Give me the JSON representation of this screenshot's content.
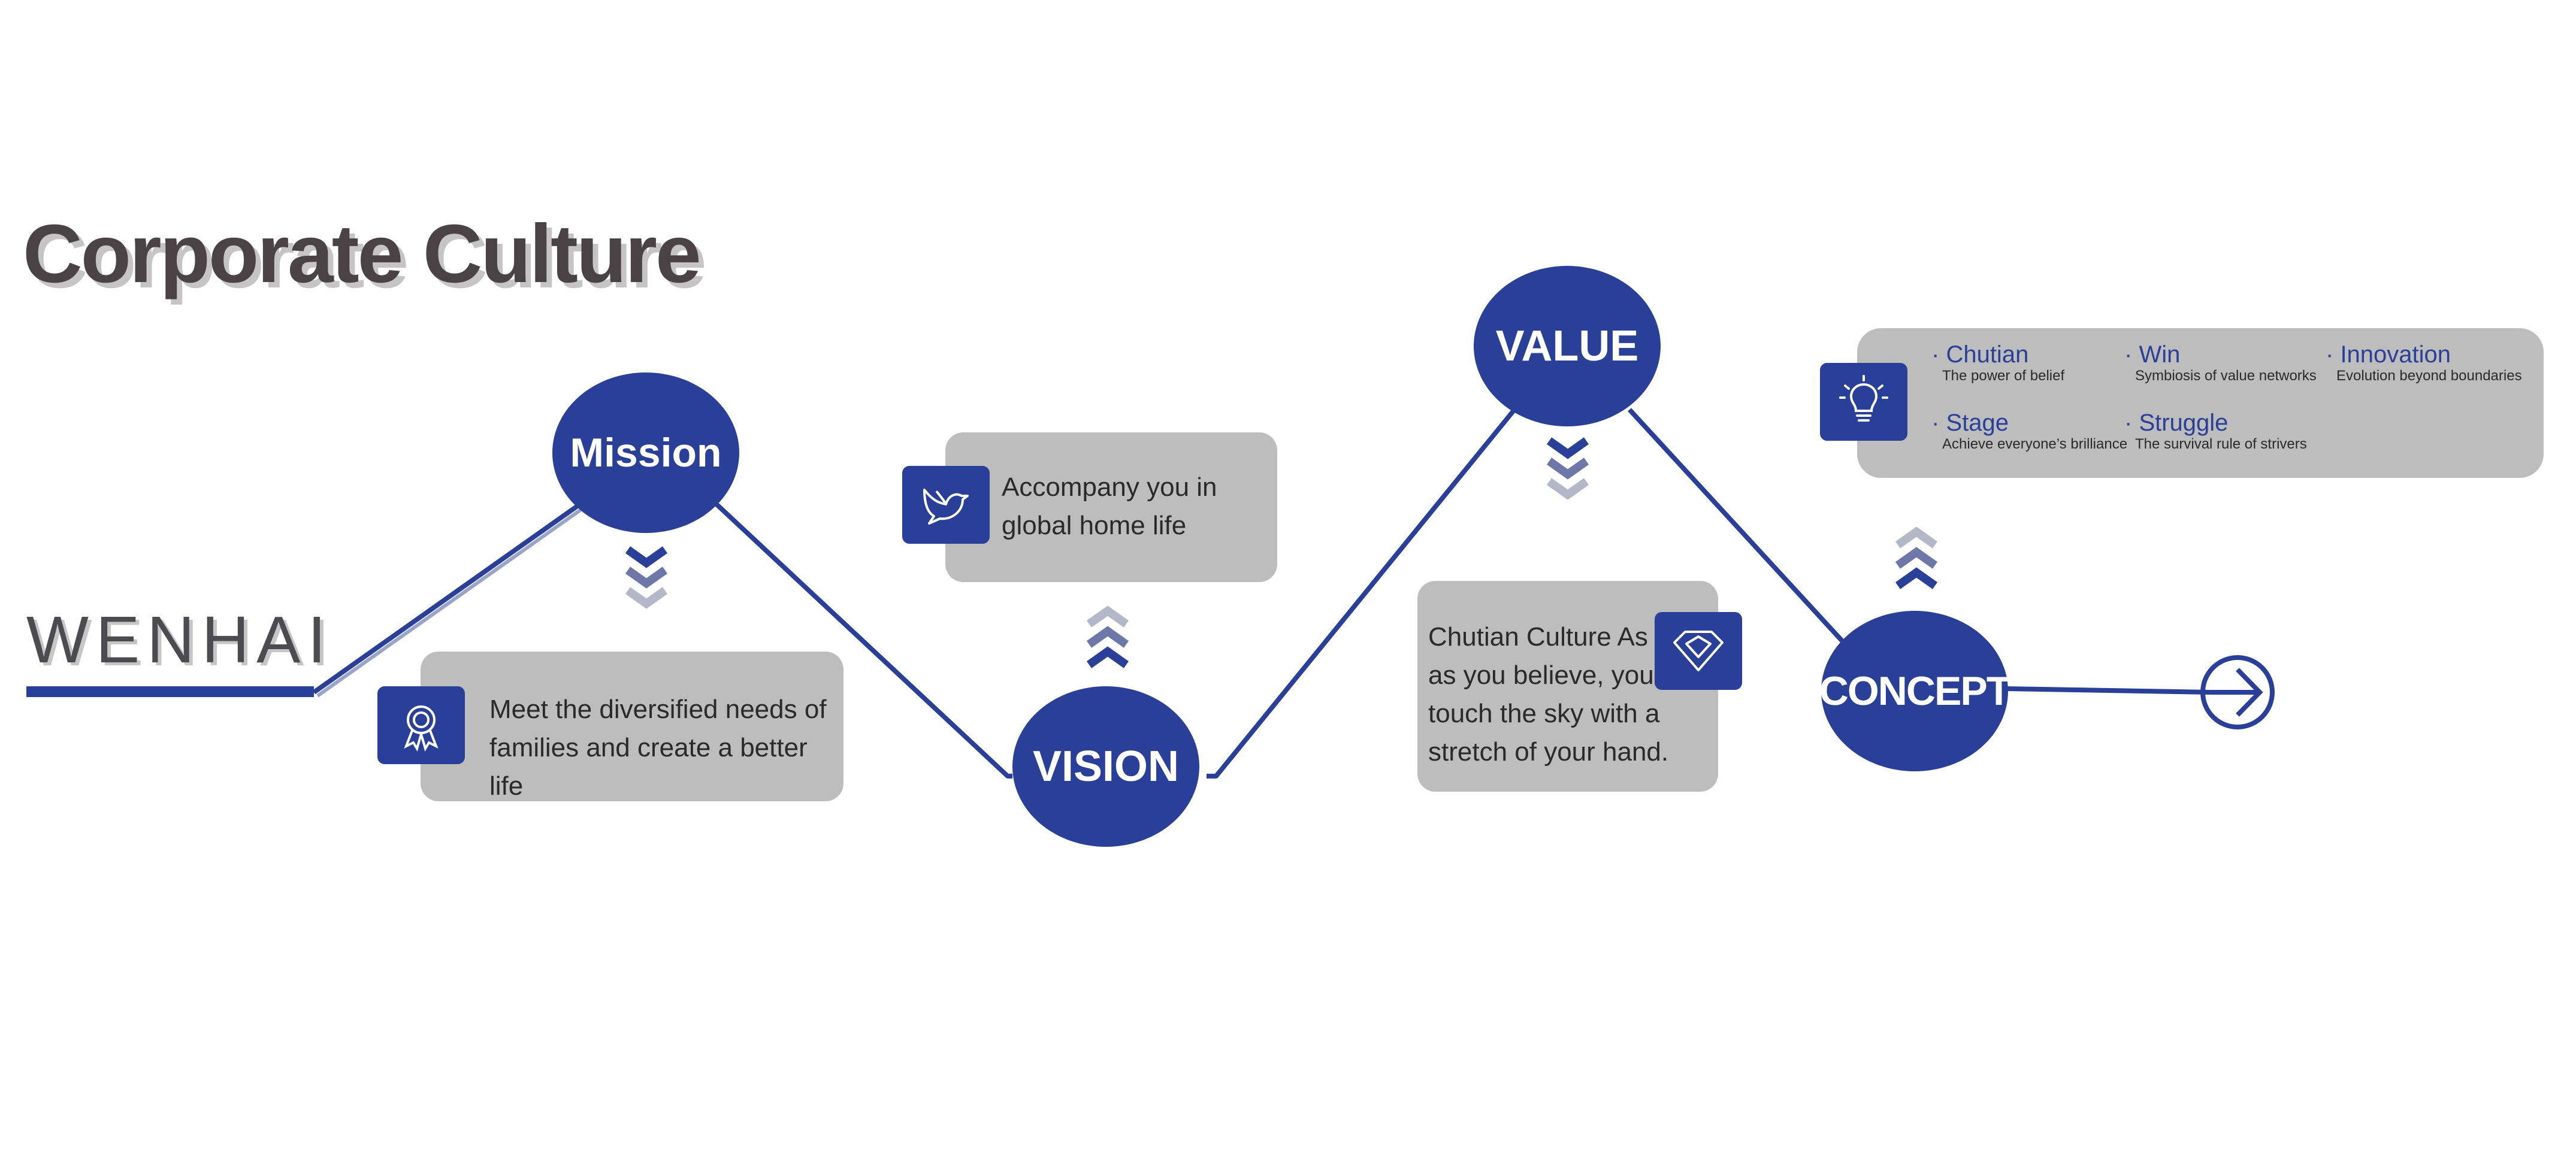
{
  "title": "Corporate Culture",
  "brand": "WENHAI",
  "nodes": {
    "mission": "Mission",
    "vision": "VISION",
    "value": "VALUE",
    "concept": "CONCEPT"
  },
  "cards": {
    "mission": "Meet the diversified needs of families and create a better life",
    "vision": "Accompany you in global home life",
    "value": "Chutian Culture As long as you believe, you can touch the sky with a stretch of your hand."
  },
  "concepts": [
    {
      "head": "Chutian",
      "sub": "The power of belief"
    },
    {
      "head": "Win",
      "sub": "Symbiosis of value networks"
    },
    {
      "head": "Innovation",
      "sub": "Evolution beyond boundaries"
    },
    {
      "head": "Stage",
      "sub": "Achieve everyone’s brilliance"
    },
    {
      "head": "Struggle",
      "sub": "The survival rule of strivers"
    }
  ],
  "icons": {
    "mission": "award-ribbon-icon",
    "vision": "dove-icon",
    "value": "diamond-icon",
    "concept": "lightbulb-icon",
    "end": "arrow-right-circle-icon"
  },
  "colors": {
    "primary": "#2a3f97",
    "card": "#bcbdbc",
    "title": "#4a4244"
  }
}
